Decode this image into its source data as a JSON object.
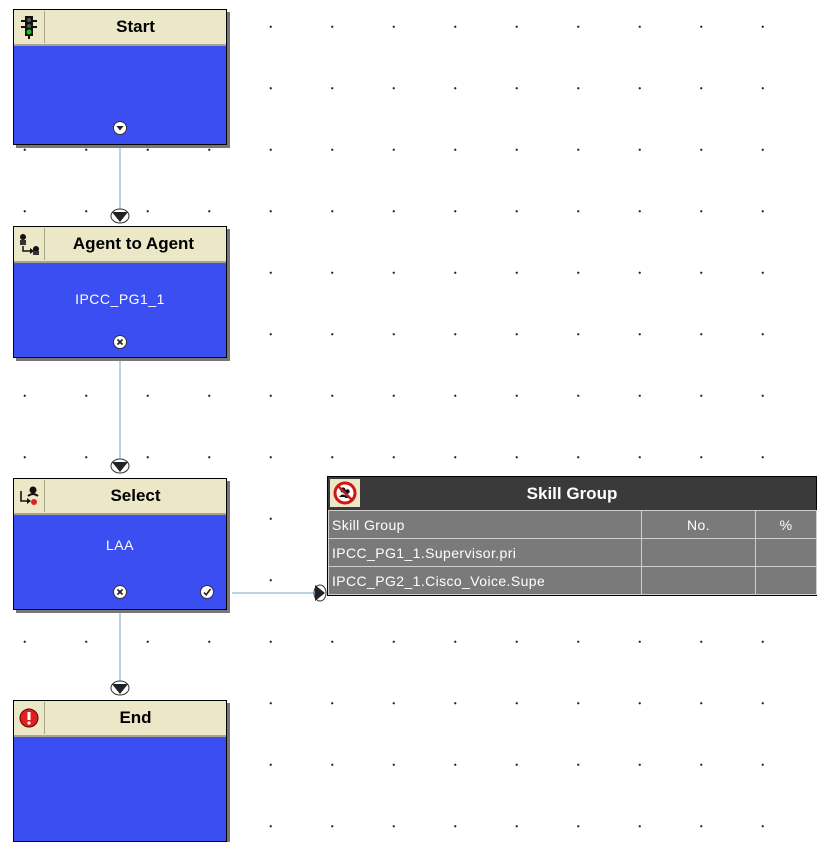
{
  "nodes": {
    "start": {
      "title": "Start",
      "icon": "traffic-light-icon"
    },
    "agent_to_agent": {
      "title": "Agent to Agent",
      "value": "IPCC_PG1_1",
      "icon": "agent-transfer-icon"
    },
    "select": {
      "title": "Select",
      "value": "LAA",
      "icon": "select-agent-icon"
    },
    "end": {
      "title": "End",
      "icon": "stop-icon"
    }
  },
  "skill_group": {
    "title": "Skill Group",
    "icon": "skill-group-icon",
    "columns": [
      "Skill Group",
      "No.",
      "%"
    ],
    "rows": [
      [
        "IPCC_PG1_1.Supervisor.pri",
        "",
        ""
      ],
      [
        "IPCC_PG2_1.Cisco_Voice.Supe",
        "",
        ""
      ]
    ]
  },
  "colors": {
    "node_body": "#3b4ef2",
    "node_header": "#ece7c7",
    "connector": "#b8d3e3",
    "skill_group_header": "#3a3a3a",
    "skill_group_body": "#7a7a7a"
  }
}
